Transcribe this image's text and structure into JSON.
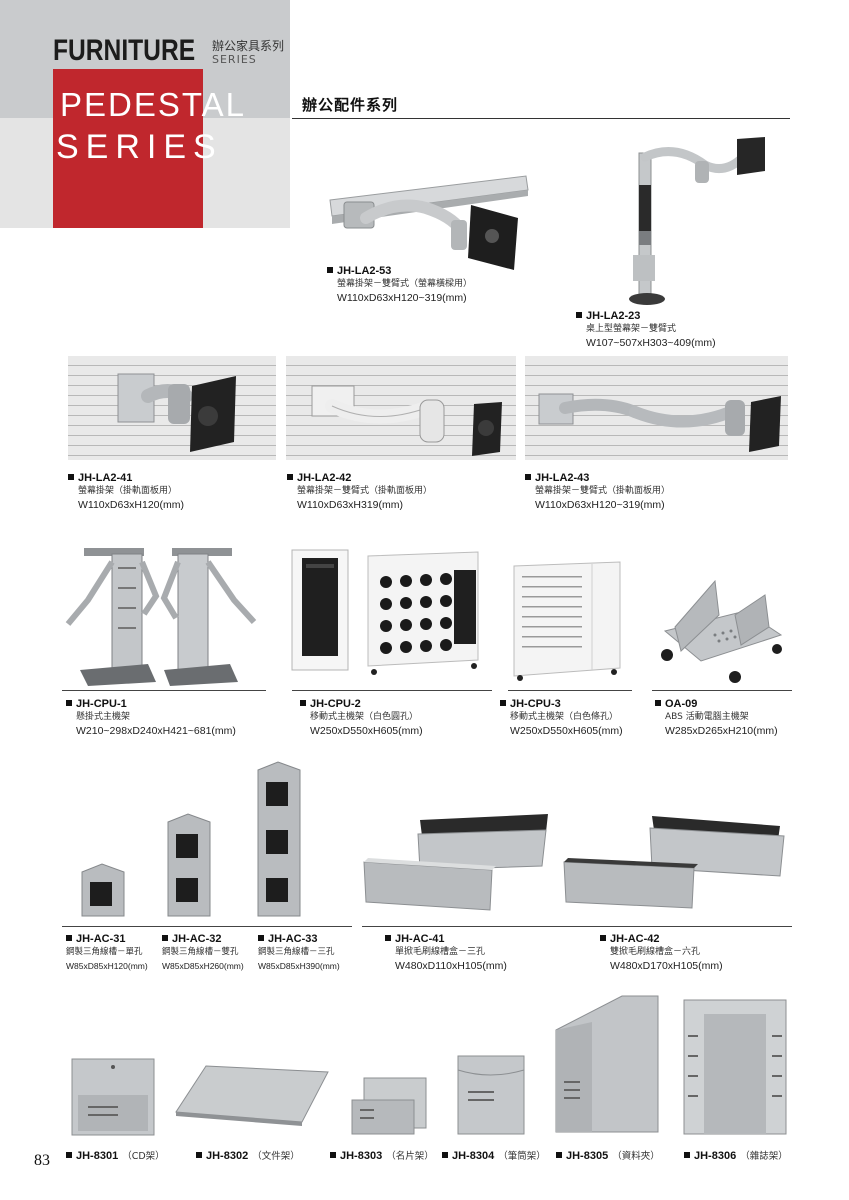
{
  "header": {
    "brand": "FURNITURE",
    "brand_cn": "辦公家具系列",
    "brand_series": "SERIES",
    "pedestal_line1": "PEDESTAL",
    "pedestal_line2": "SERIES",
    "section_title": "辦公配件系列"
  },
  "products": {
    "la2_53": {
      "code": "JH-LA2-53",
      "name": "螢幕掛架－雙臂式（螢幕橫樑用）",
      "dim": "W110xD63xH120~319(mm)"
    },
    "la2_23": {
      "code": "JH-LA2-23",
      "name": "桌上型螢幕架－雙臂式",
      "dim": "W107~507xH303~409(mm)"
    },
    "la2_41": {
      "code": "JH-LA2-41",
      "name": "螢幕掛架（掛軌面板用）",
      "dim": "W110xD63xH120(mm)"
    },
    "la2_42": {
      "code": "JH-LA2-42",
      "name": "螢幕掛架－雙臂式（掛軌面板用）",
      "dim": "W110xD63xH319(mm)"
    },
    "la2_43": {
      "code": "JH-LA2-43",
      "name": "螢幕掛架－雙臂式（掛軌面板用）",
      "dim": "W110xD63xH120~319(mm)"
    },
    "cpu_1": {
      "code": "JH-CPU-1",
      "name": "懸掛式主機架",
      "dim": "W210~298xD240xH421~681(mm)"
    },
    "cpu_2": {
      "code": "JH-CPU-2",
      "name": "移動式主機架（白色圓孔）",
      "dim": "W250xD550xH605(mm)"
    },
    "cpu_3": {
      "code": "JH-CPU-3",
      "name": "移動式主機架（白色條孔）",
      "dim": "W250xD550xH605(mm)"
    },
    "oa_09": {
      "code": "OA-09",
      "name": "ABS 活動電腦主機架",
      "dim": "W285xD265xH210(mm)"
    },
    "ac_31": {
      "code": "JH-AC-31",
      "name": "鋼製三角線槽－單孔",
      "dim": "W85xD85xH120(mm)"
    },
    "ac_32": {
      "code": "JH-AC-32",
      "name": "鋼製三角線槽－雙孔",
      "dim": "W85xD85xH260(mm)"
    },
    "ac_33": {
      "code": "JH-AC-33",
      "name": "鋼製三角線槽－三孔",
      "dim": "W85xD85xH390(mm)"
    },
    "ac_41": {
      "code": "JH-AC-41",
      "name": "單掀毛刷線槽盒－三孔",
      "dim": "W480xD110xH105(mm)"
    },
    "ac_42": {
      "code": "JH-AC-42",
      "name": "雙掀毛刷線槽盒－六孔",
      "dim": "W480xD170xH105(mm)"
    },
    "r8301": {
      "code": "JH-8301",
      "name": "（CD架）"
    },
    "r8302": {
      "code": "JH-8302",
      "name": "（文件架）"
    },
    "r8303": {
      "code": "JH-8303",
      "name": "（名片架）"
    },
    "r8304": {
      "code": "JH-8304",
      "name": "（筆筒架）"
    },
    "r8305": {
      "code": "JH-8305",
      "name": "（資料夾）"
    },
    "r8306": {
      "code": "JH-8306",
      "name": "（雜誌架）"
    }
  },
  "page_number": "83",
  "colors": {
    "accent_red": "#c0272d",
    "header_gray": "#c9cbcd",
    "metal": "#b9bcbf"
  }
}
